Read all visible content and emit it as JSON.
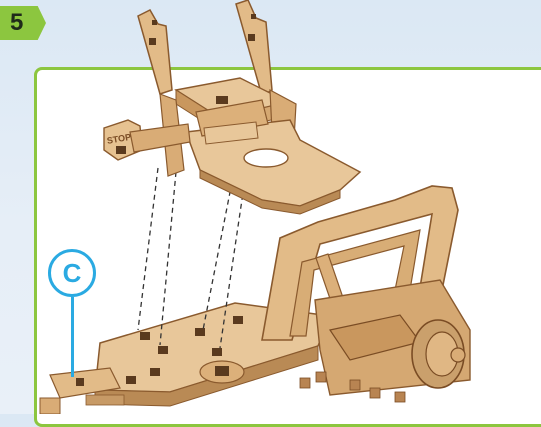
{
  "step": {
    "number": "5"
  },
  "callout": {
    "label": "C"
  },
  "parts": {
    "stop_engraving": "STOP"
  },
  "colors": {
    "step_green": "#8cc63f",
    "callout_blue": "#2aaae2",
    "wood_light": "#e8c79a",
    "wood_mid": "#d9ac76",
    "wood_edge": "#8a5a2e"
  },
  "icons": [
    "step-arrow-badge",
    "callout-circle",
    "dashed-alignment-lines"
  ]
}
